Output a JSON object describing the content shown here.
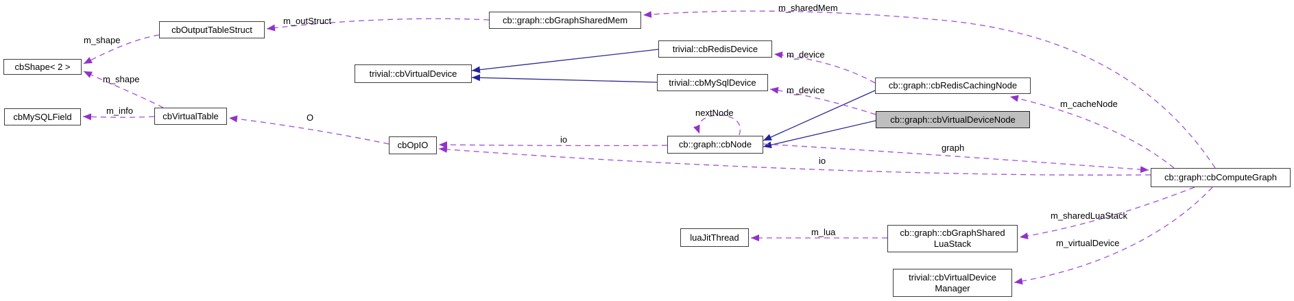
{
  "diagram": {
    "kind": "Doxygen collaboration graph",
    "highlighted_node": "cb::graph::cbVirtualDeviceNode",
    "colors": {
      "usage_edge": "#9a32cc",
      "inheritance_edge": "#252595",
      "node_border": "#3c3c3c",
      "node_background": "#ffffff",
      "highlight_background": "#bfbfbf",
      "label_text": "#000000"
    },
    "nodes": {
      "cbShape": {
        "label": "cbShape< 2 >"
      },
      "cbMySQLField": {
        "label": "cbMySQLField"
      },
      "cbOutputTableStruct": {
        "label": "cbOutputTableStruct"
      },
      "cbVirtualTable": {
        "label": "cbVirtualTable"
      },
      "cbVirtualDevice": {
        "label": "trivial::cbVirtualDevice"
      },
      "cbGraphSharedMem": {
        "label": "cb::graph::cbGraphSharedMem"
      },
      "cbRedisDevice": {
        "label": "trivial::cbRedisDevice"
      },
      "cbMySqlDevice": {
        "label": "trivial::cbMySqlDevice"
      },
      "cbOpIO": {
        "label": "cbOpIO"
      },
      "cbNode": {
        "label": "cb::graph::cbNode"
      },
      "cbRedisCachingNode": {
        "label": "cb::graph::cbRedisCachingNode"
      },
      "cbVirtualDeviceNode": {
        "label": "cb::graph::cbVirtualDeviceNode"
      },
      "cbComputeGraph": {
        "label": "cb::graph::cbComputeGraph"
      },
      "luaJitThread": {
        "label": "luaJitThread"
      },
      "cbGraphSharedLuaStack": {
        "label": "cb::graph::cbGraphShared\nLuaStack"
      },
      "cbVirtualDeviceManager": {
        "label": "trivial::cbVirtualDevice\nManager"
      }
    },
    "edge_labels": {
      "m_shape_upper": "m_shape",
      "m_shape_lower": "m_shape",
      "m_info": "m_info",
      "m_outStruct": "m_outStruct",
      "m_sharedMem": "m_sharedMem",
      "m_device_redis": "m_device",
      "m_device_mysql": "m_device",
      "m_cacheNode": "m_cacheNode",
      "nextNode": "nextNode",
      "O": "O",
      "io_node": "io",
      "io_graph": "io",
      "graph": "graph",
      "m_lua": "m_lua",
      "m_sharedLuaStack": "m_sharedLuaStack",
      "m_virtualDevice": "m_virtualDevice"
    }
  }
}
